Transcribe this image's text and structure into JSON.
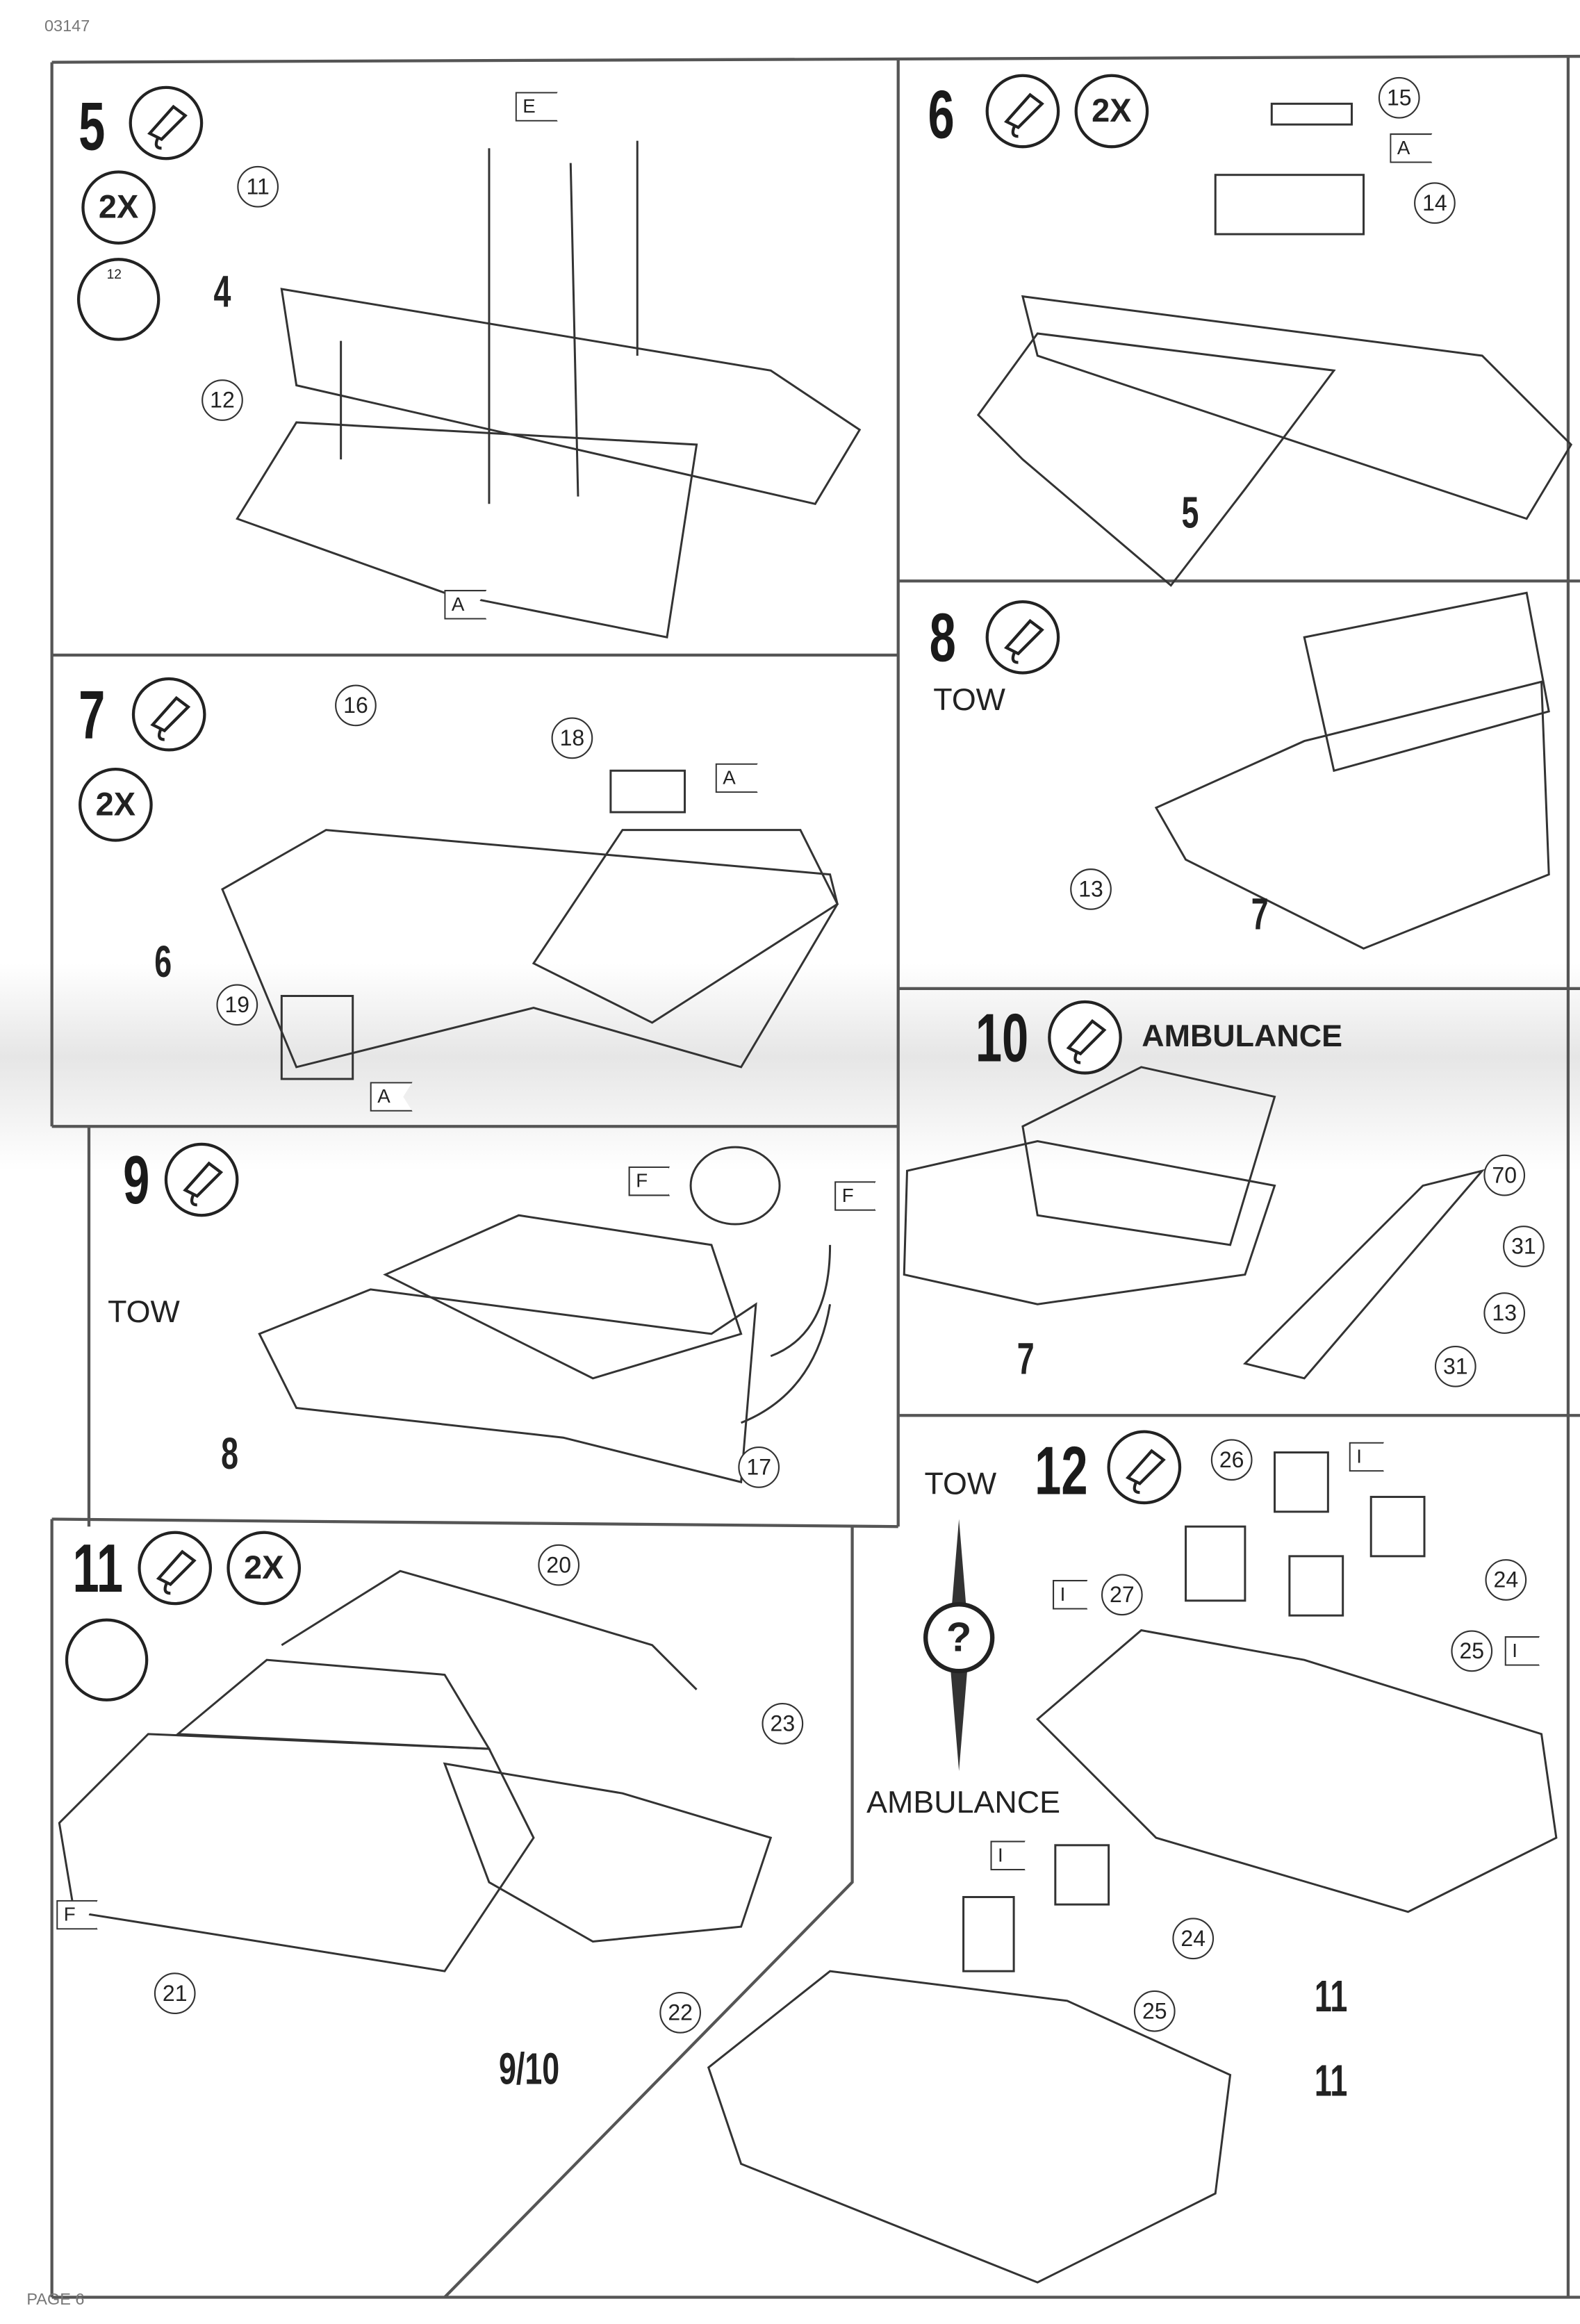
{
  "header": {
    "code": "03147"
  },
  "footer": {
    "page": "PAGE 6"
  },
  "steps": {
    "s5": {
      "number": "5",
      "multiplier": "2X",
      "callouts": [
        "11",
        "4",
        "12"
      ],
      "flags": [
        "E",
        "A"
      ]
    },
    "s6": {
      "number": "6",
      "multiplier": "2X",
      "callouts": [
        "15",
        "14",
        "5"
      ],
      "flags": [
        "A"
      ]
    },
    "s7": {
      "number": "7",
      "multiplier": "2X",
      "callouts": [
        "16",
        "18",
        "6",
        "19"
      ],
      "flags": [
        "A",
        "A"
      ]
    },
    "s8": {
      "number": "8",
      "variant": "TOW",
      "callouts": [
        "13",
        "7"
      ]
    },
    "s9": {
      "number": "9",
      "variant": "TOW",
      "callouts": [
        "8",
        "17"
      ],
      "flags": [
        "F",
        "F"
      ]
    },
    "s10": {
      "number": "10",
      "variant": "AMBULANCE",
      "callouts": [
        "70",
        "31",
        "13",
        "31",
        "7"
      ]
    },
    "s11": {
      "number": "11",
      "multiplier": "2X",
      "callouts": [
        "20",
        "23",
        "21",
        "22",
        "9/10"
      ],
      "flags": [
        "F"
      ]
    },
    "s12": {
      "number": "12",
      "variant_top": "TOW",
      "question": "?",
      "variant_bottom": "AMBULANCE",
      "callouts": [
        "26",
        "27",
        "24",
        "25",
        "11",
        "24",
        "25",
        "11"
      ],
      "flags": [
        "I",
        "I",
        "I",
        "I"
      ]
    }
  },
  "clock_face": "12"
}
